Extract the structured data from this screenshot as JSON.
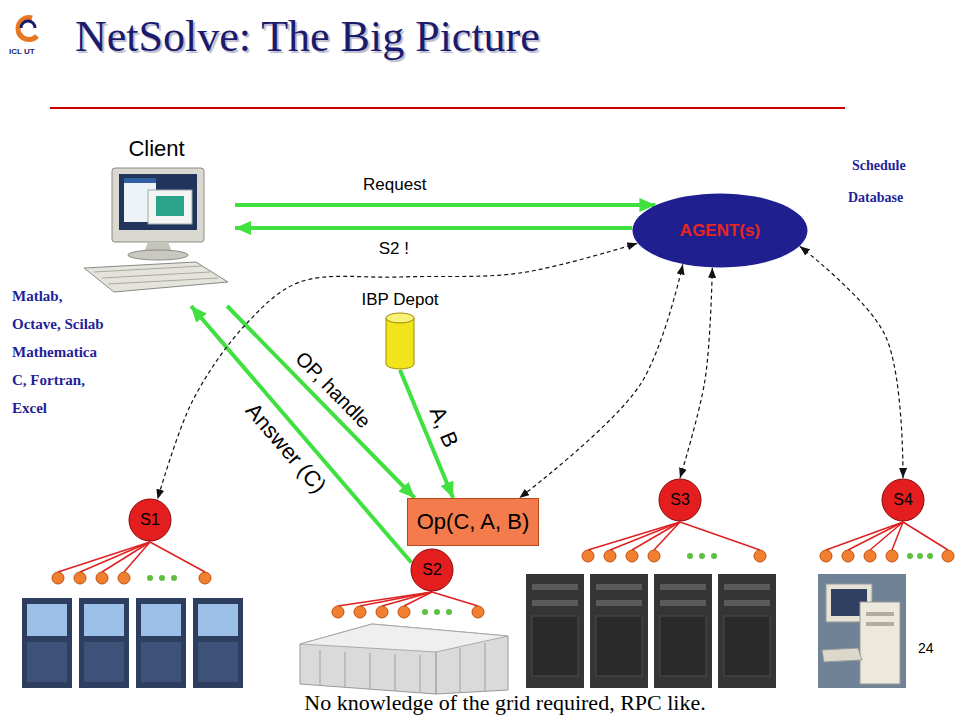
{
  "diagram": {
    "title": "NetSolve: The Big Picture",
    "caption": "No knowledge of the grid required, RPC like.",
    "nodes": [
      {
        "text": [
          "Client"
        ]
      },
      {
        "text": [
          "AGENT(s)"
        ]
      },
      {
        "text": [
          "IBP Depot"
        ]
      },
      {
        "text": [
          "Op(C, A, B)"
        ]
      },
      {
        "text": [
          "S1"
        ]
      },
      {
        "text": [
          "S2"
        ]
      },
      {
        "text": [
          "S3"
        ]
      },
      {
        "text": [
          "S4"
        ]
      }
    ],
    "edges": [
      {
        "from": 0,
        "to": 1,
        "label": "Request",
        "arrow": "to"
      },
      {
        "from": 1,
        "to": 0,
        "label": "S2 !",
        "arrow": "to"
      },
      {
        "from": 0,
        "to": 3,
        "label": "OP, handle",
        "arrow": "to"
      },
      {
        "from": 2,
        "to": 3,
        "label": "A, B",
        "arrow": "to"
      },
      {
        "from": 5,
        "to": 0,
        "label": "Answer (C)",
        "arrow": "to"
      },
      {
        "from": 1,
        "to": 4,
        "arrow": "both"
      },
      {
        "from": 1,
        "to": 3,
        "arrow": "both"
      },
      {
        "from": 1,
        "to": 6,
        "arrow": "both"
      },
      {
        "from": 1,
        "to": 7,
        "arrow": "both"
      }
    ],
    "labels": [
      "ICL UT",
      "Schedule",
      "Database",
      "Matlab,",
      "Octave, Scilab",
      "Mathematica",
      "C, Fortran,",
      "Excel",
      "24"
    ]
  }
}
